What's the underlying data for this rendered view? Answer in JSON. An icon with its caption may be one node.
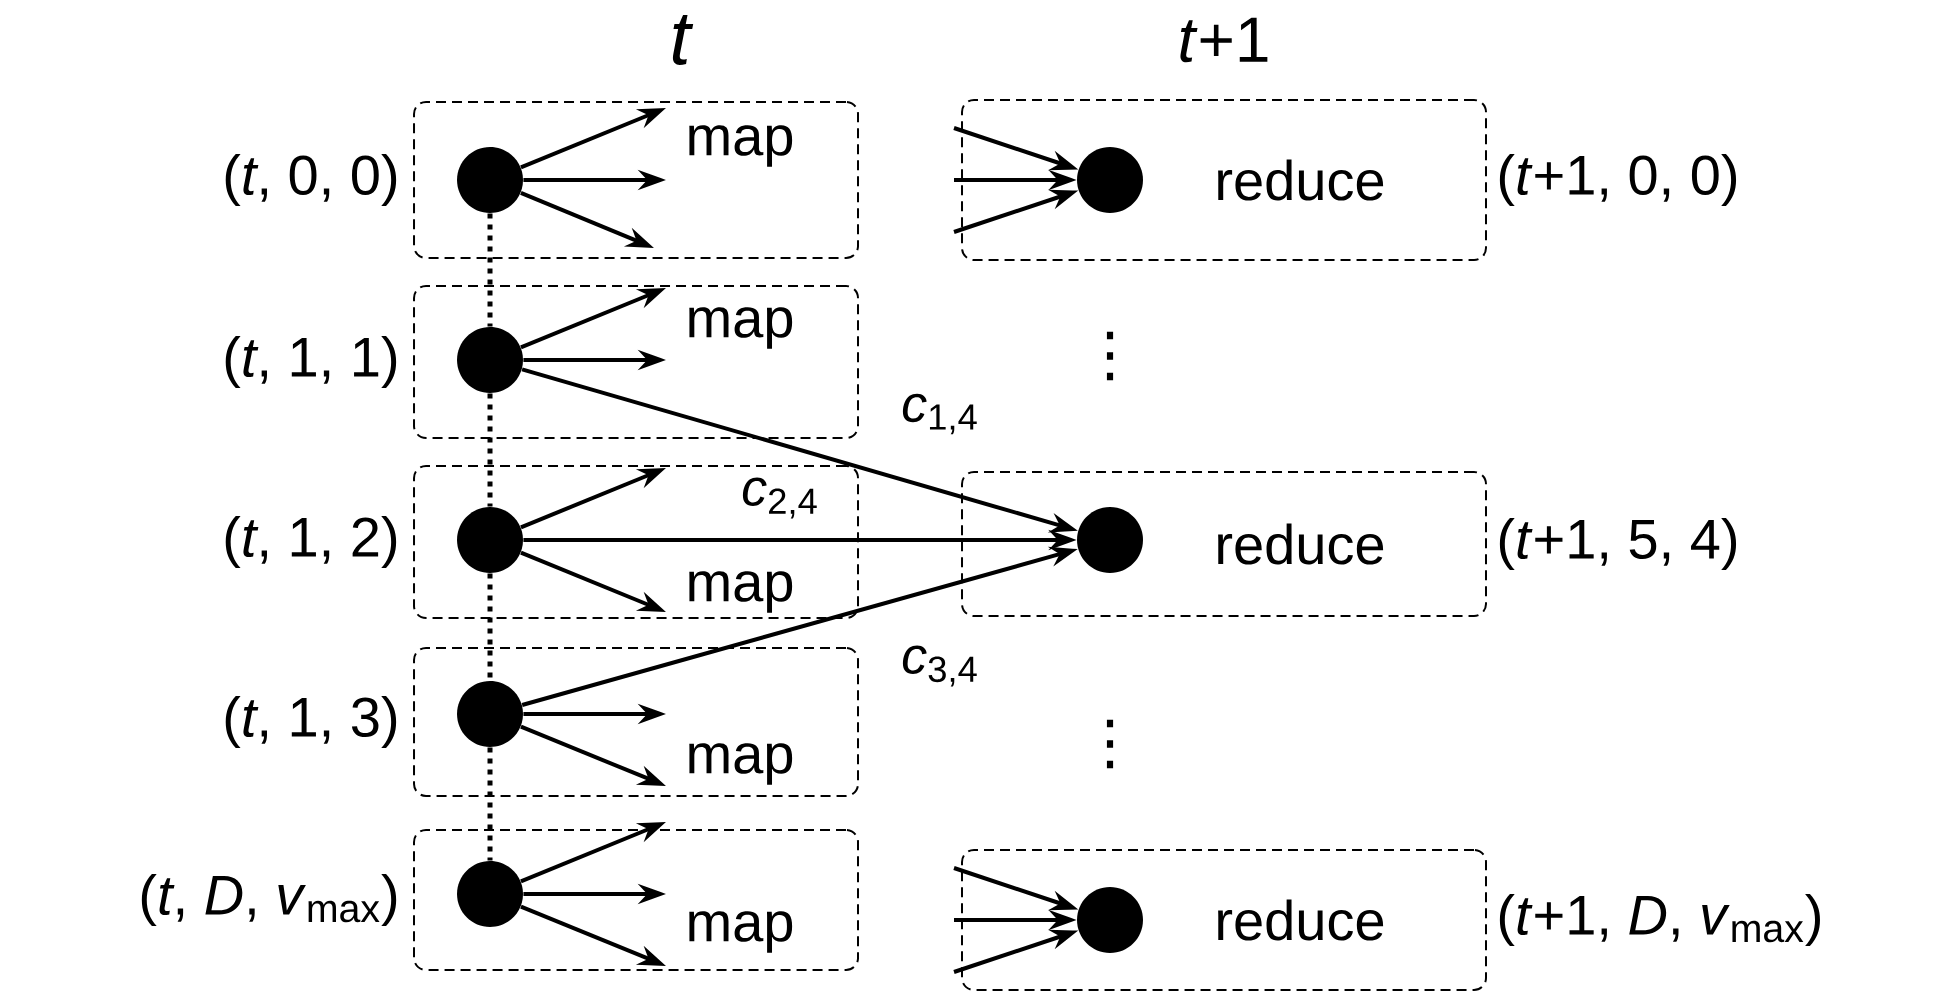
{
  "diagram": {
    "nodes": [
      {
        "text": [
          "map"
        ],
        "beside": [
          "(*t*, 0, 0)"
        ]
      },
      {
        "text": [],
        "shape": "circle",
        "in": 0
      },
      {
        "text": [
          "map"
        ],
        "beside": [
          "(*t*, 1, 1)"
        ]
      },
      {
        "text": [],
        "shape": "circle",
        "in": 2
      },
      {
        "text": [
          "map"
        ],
        "beside": [
          "(*t*, 1, 2)"
        ]
      },
      {
        "text": [],
        "shape": "circle",
        "in": 4
      },
      {
        "text": [
          "map"
        ],
        "beside": [
          "(*t*, 1, 3)"
        ]
      },
      {
        "text": [],
        "shape": "circle",
        "in": 6
      },
      {
        "text": [
          "map"
        ],
        "beside": [
          "(*t*, *D*, *v*$_{max}$)"
        ]
      },
      {
        "text": [],
        "shape": "circle",
        "in": 8
      },
      {
        "text": [
          "reduce"
        ],
        "beside": [
          "(*t*+1, 0, 0)"
        ]
      },
      {
        "text": [],
        "shape": "circle",
        "in": 10
      },
      {
        "text": [
          "reduce"
        ],
        "beside": [
          "(*t*+1, 5, 4)"
        ]
      },
      {
        "text": [],
        "shape": "circle",
        "in": 12
      },
      {
        "text": [
          "reduce"
        ],
        "beside": [
          "(*t*+1, *D*, *v*$_{max}$)"
        ]
      },
      {
        "text": [],
        "shape": "circle",
        "in": 14
      }
    ],
    "edges": [
      {
        "from": 1,
        "to": null,
        "arrow": "to"
      },
      {
        "from": 1,
        "to": null,
        "arrow": "to"
      },
      {
        "from": 1,
        "to": null,
        "arrow": "to"
      },
      {
        "from": 3,
        "to": null,
        "arrow": "to"
      },
      {
        "from": 3,
        "to": null,
        "arrow": "to"
      },
      {
        "from": 3,
        "to": 13,
        "arrow": "to",
        "label": "*c*$_{1,4}$"
      },
      {
        "from": 5,
        "to": null,
        "arrow": "to"
      },
      {
        "from": 5,
        "to": 13,
        "arrow": "to",
        "label": "*c*$_{2,4}$"
      },
      {
        "from": 5,
        "to": null,
        "arrow": "to"
      },
      {
        "from": 7,
        "to": 13,
        "arrow": "to",
        "label": "*c*$_{3,4}$"
      },
      {
        "from": 7,
        "to": null,
        "arrow": "to"
      },
      {
        "from": 7,
        "to": null,
        "arrow": "to"
      },
      {
        "from": 9,
        "to": null,
        "arrow": "to"
      },
      {
        "from": 9,
        "to": null,
        "arrow": "to"
      },
      {
        "from": 9,
        "to": null,
        "arrow": "to"
      },
      {
        "from": null,
        "to": 11,
        "arrow": "to"
      },
      {
        "from": null,
        "to": 11,
        "arrow": "to"
      },
      {
        "from": null,
        "to": 11,
        "arrow": "to"
      },
      {
        "from": null,
        "to": 15,
        "arrow": "to"
      },
      {
        "from": null,
        "to": 15,
        "arrow": "to"
      },
      {
        "from": null,
        "to": 15,
        "arrow": "to"
      },
      {
        "from": 1,
        "to": 3,
        "arrow": "none",
        "style": "dashed"
      },
      {
        "from": 3,
        "to": 5,
        "arrow": "none",
        "style": "dashed"
      },
      {
        "from": 5,
        "to": 7,
        "arrow": "none",
        "style": "dashed"
      },
      {
        "from": 7,
        "to": 9,
        "arrow": "none",
        "style": "dashed"
      }
    ],
    "labels": [
      "t",
      "*t*+1",
      "⋮",
      "⋮"
    ]
  }
}
